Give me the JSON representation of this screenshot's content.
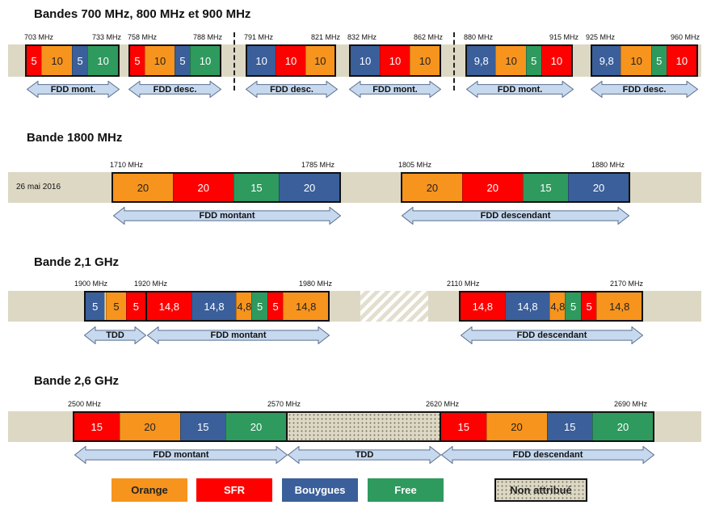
{
  "colors": {
    "orange": "#f7941d",
    "sfr": "#ff0000",
    "bouygues": "#3a5f9a",
    "free": "#2e9a5e",
    "unallocated": "#ddd8c4",
    "arrow": "#c6d9ef"
  },
  "s700": {
    "title": "Bandes 700 MHz, 800 MHz et 900 MHz",
    "freqs": [
      "703 MHz",
      "733 MHz",
      "758 MHz",
      "788 MHz",
      "791 MHz",
      "821 MHz",
      "832 MHz",
      "862 MHz",
      "880 MHz",
      "915 MHz",
      "925 MHz",
      "960 MHz"
    ],
    "blocks": [
      [
        {
          "v": "5",
          "op": "sfr"
        },
        {
          "v": "10",
          "op": "orange"
        },
        {
          "v": "5",
          "op": "bouygues"
        },
        {
          "v": "10",
          "op": "free"
        }
      ],
      [
        {
          "v": "5",
          "op": "sfr"
        },
        {
          "v": "10",
          "op": "orange"
        },
        {
          "v": "5",
          "op": "bouygues"
        },
        {
          "v": "10",
          "op": "free"
        }
      ],
      [
        {
          "v": "10",
          "op": "bouygues"
        },
        {
          "v": "10",
          "op": "sfr"
        },
        {
          "v": "10",
          "op": "orange"
        }
      ],
      [
        {
          "v": "10",
          "op": "bouygues"
        },
        {
          "v": "10",
          "op": "sfr"
        },
        {
          "v": "10",
          "op": "orange"
        }
      ],
      [
        {
          "v": "9,8",
          "op": "bouygues"
        },
        {
          "v": "10",
          "op": "orange"
        },
        {
          "v": "5",
          "op": "free"
        },
        {
          "v": "10",
          "op": "sfr"
        }
      ],
      [
        {
          "v": "9,8",
          "op": "bouygues"
        },
        {
          "v": "10",
          "op": "orange"
        },
        {
          "v": "5",
          "op": "free"
        },
        {
          "v": "10",
          "op": "sfr"
        }
      ]
    ],
    "arrows": [
      "FDD mont.",
      "FDD desc.",
      "FDD desc.",
      "FDD mont.",
      "FDD mont.",
      "FDD desc."
    ]
  },
  "s1800": {
    "title": "Bande 1800 MHz",
    "date": "26 mai 2016",
    "freqs": [
      "1710 MHz",
      "1785 MHz",
      "1805 MHz",
      "1880 MHz"
    ],
    "blocks": [
      [
        {
          "v": "20",
          "op": "orange"
        },
        {
          "v": "20",
          "op": "sfr"
        },
        {
          "v": "15",
          "op": "free"
        },
        {
          "v": "20",
          "op": "bouygues"
        }
      ],
      [
        {
          "v": "20",
          "op": "orange"
        },
        {
          "v": "20",
          "op": "sfr"
        },
        {
          "v": "15",
          "op": "free"
        },
        {
          "v": "20",
          "op": "bouygues"
        }
      ]
    ],
    "arrows": [
      "FDD montant",
      "FDD descendant"
    ]
  },
  "s21": {
    "title": "Bande 2,1 GHz",
    "freqs": [
      "1900 MHz",
      "1920 MHz",
      "1980 MHz",
      "2110 MHz",
      "2170 MHz"
    ],
    "blocks": [
      [
        {
          "v": "5",
          "op": "bouygues"
        },
        {
          "v": "",
          "op": "dots"
        },
        {
          "v": "5",
          "op": "orange"
        },
        {
          "v": "5",
          "op": "sfr"
        }
      ],
      [
        {
          "v": "14,8",
          "op": "sfr"
        },
        {
          "v": "14,8",
          "op": "bouygues"
        },
        {
          "v": "4,8",
          "op": "orange"
        },
        {
          "v": "5",
          "op": "free"
        },
        {
          "v": "5",
          "op": "sfr"
        },
        {
          "v": "14,8",
          "op": "orange"
        }
      ],
      [
        {
          "v": "14,8",
          "op": "sfr"
        },
        {
          "v": "14,8",
          "op": "bouygues"
        },
        {
          "v": "4,8",
          "op": "orange"
        },
        {
          "v": "5",
          "op": "free"
        },
        {
          "v": "5",
          "op": "sfr"
        },
        {
          "v": "14,8",
          "op": "orange"
        }
      ]
    ],
    "arrows": [
      "TDD",
      "FDD montant",
      "FDD descendant"
    ]
  },
  "s26": {
    "title": "Bande 2,6 GHz",
    "freqs": [
      "2500 MHz",
      "2570 MHz",
      "2620 MHz",
      "2690 MHz"
    ],
    "blocks": [
      [
        {
          "v": "15",
          "op": "sfr"
        },
        {
          "v": "20",
          "op": "orange"
        },
        {
          "v": "15",
          "op": "bouygues"
        },
        {
          "v": "20",
          "op": "free"
        }
      ],
      [
        {
          "v": "",
          "op": "dots"
        }
      ],
      [
        {
          "v": "15",
          "op": "sfr"
        },
        {
          "v": "20",
          "op": "orange"
        },
        {
          "v": "15",
          "op": "bouygues"
        },
        {
          "v": "20",
          "op": "free"
        }
      ]
    ],
    "arrows": [
      "FDD montant",
      "TDD",
      "FDD descendant"
    ]
  },
  "legend": [
    {
      "label": "Orange",
      "op": "orange"
    },
    {
      "label": "SFR",
      "op": "sfr"
    },
    {
      "label": "Bouygues",
      "op": "bouygues"
    },
    {
      "label": "Free",
      "op": "free"
    },
    {
      "label": "Non attribué",
      "op": "dots"
    }
  ]
}
